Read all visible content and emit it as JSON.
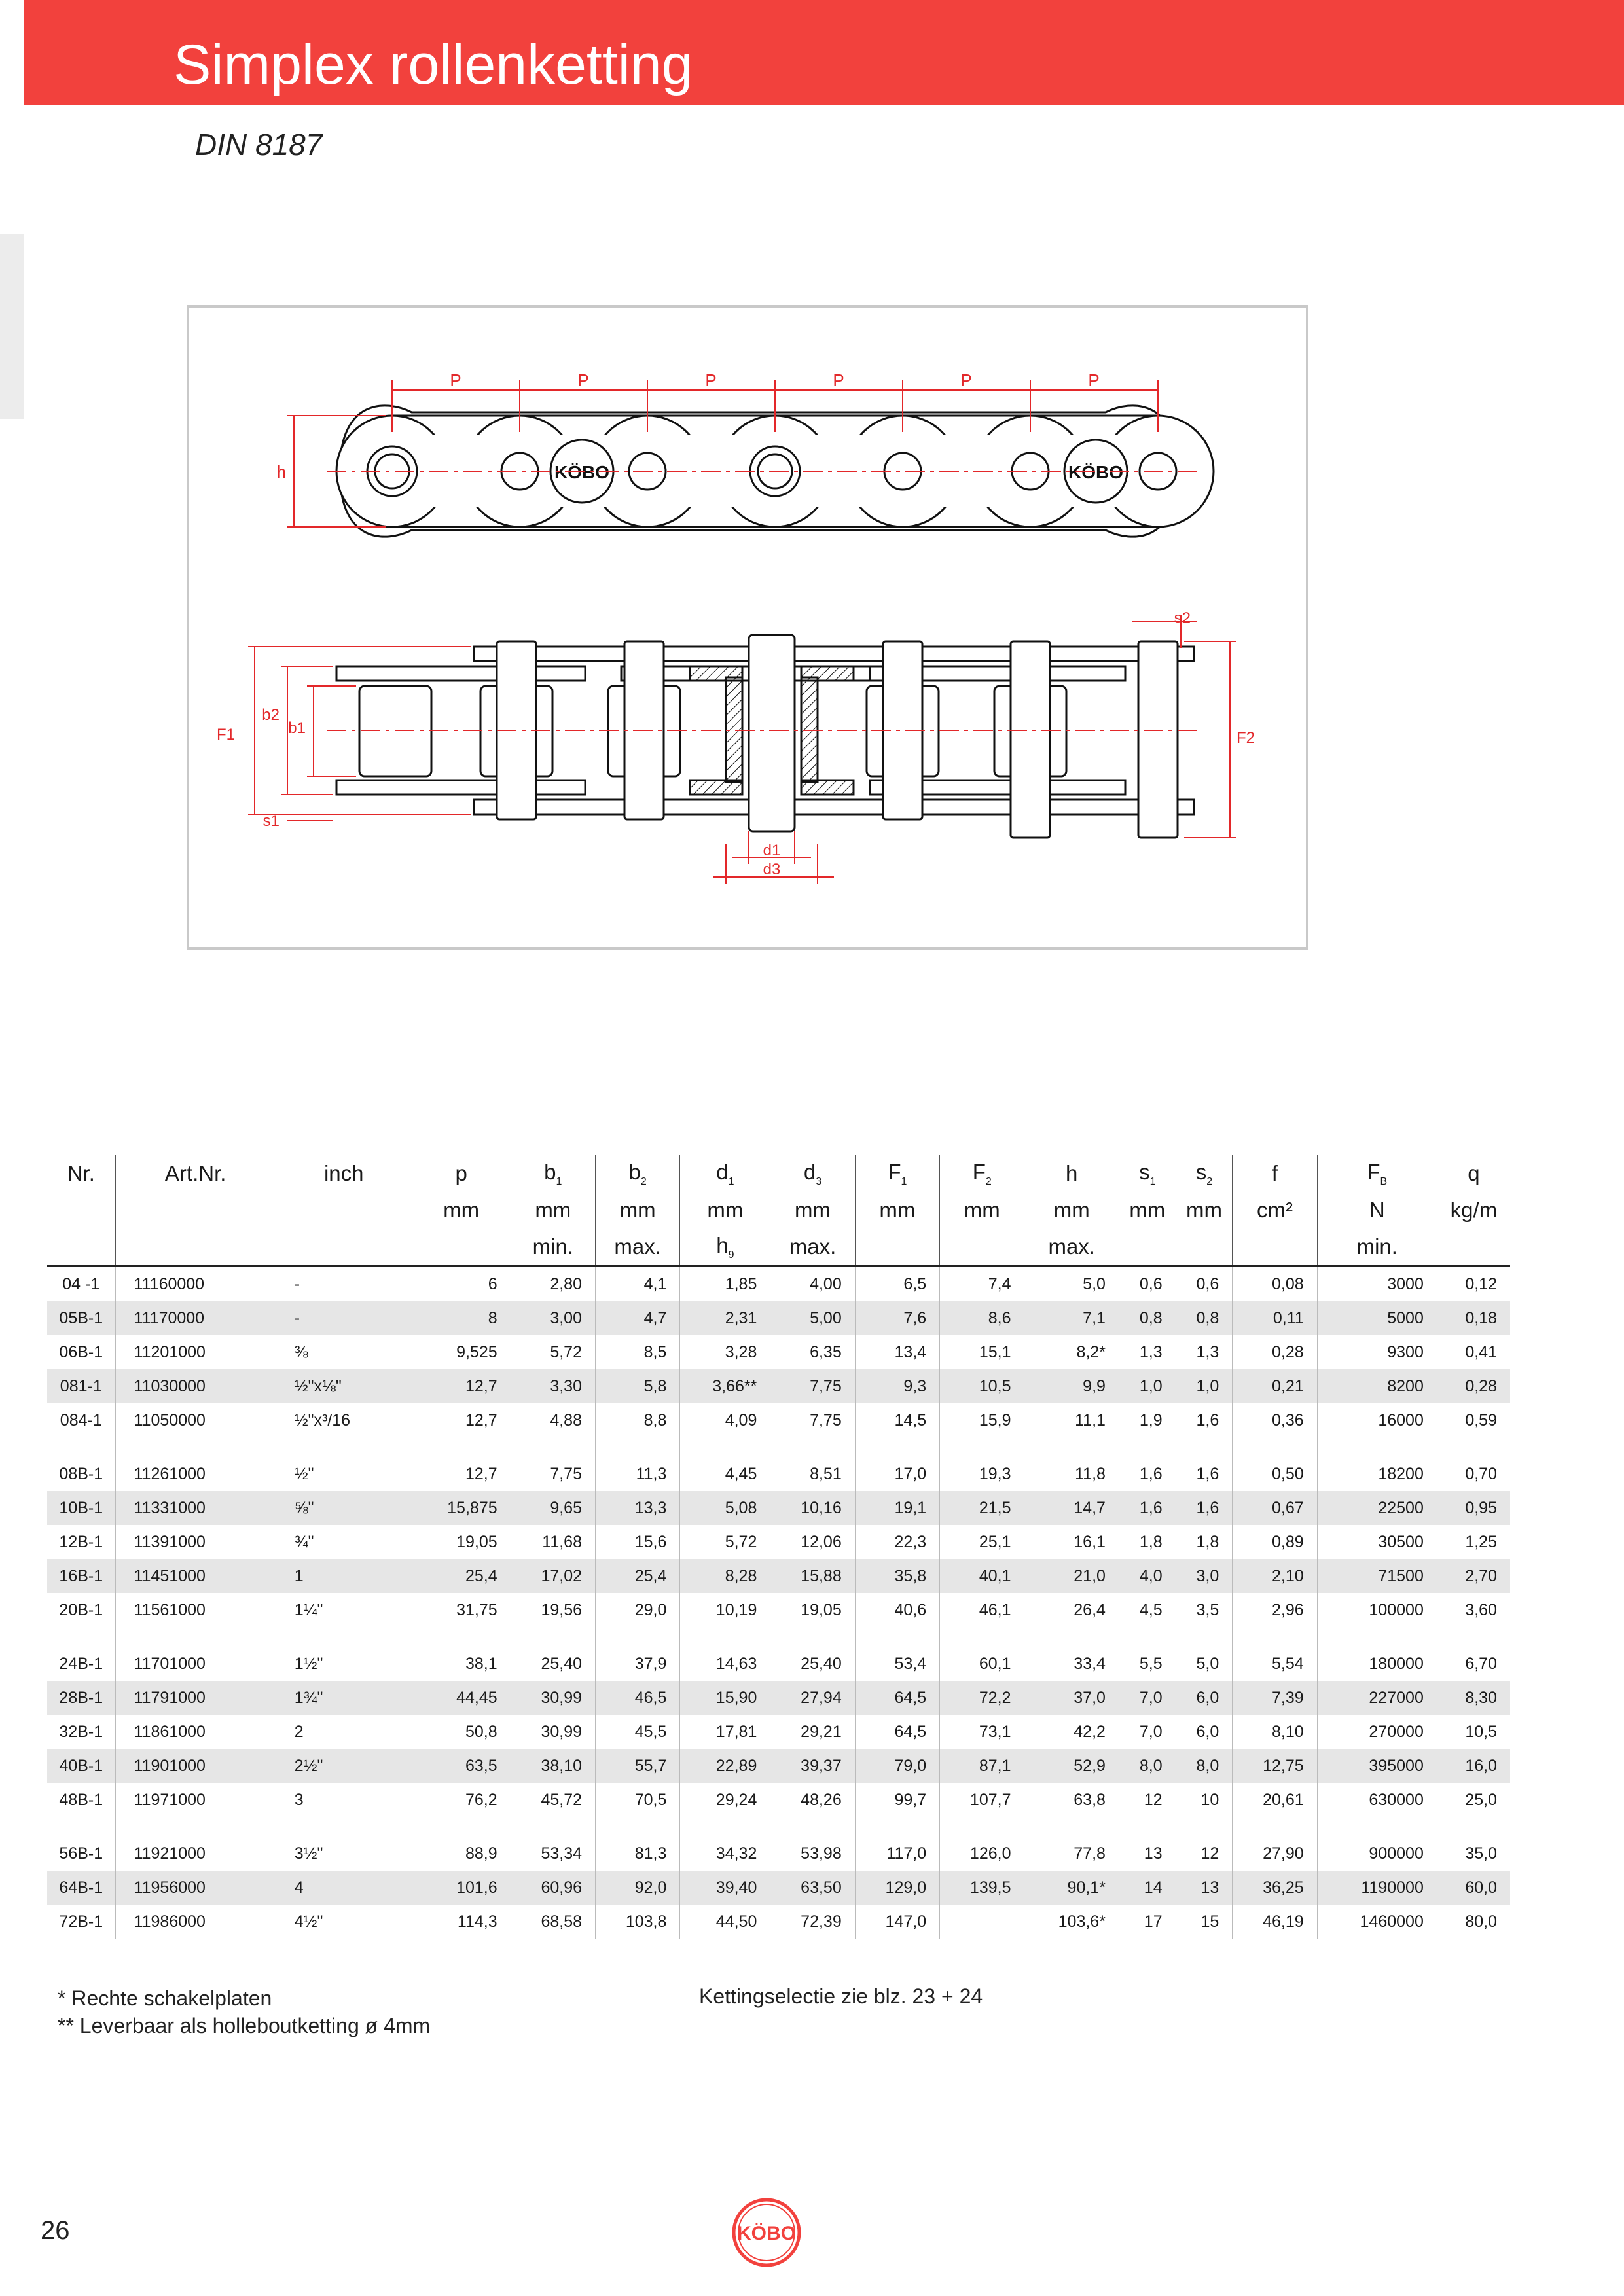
{
  "header": {
    "title": "Simplex rollenketting",
    "subtitle": "DIN 8187"
  },
  "figure": {
    "brand": "KÖBO",
    "pitch_label": "P",
    "labels": {
      "h": "h",
      "b1": "b1",
      "b2": "b2",
      "F1": "F1",
      "F2": "F2",
      "s1": "s1",
      "s2": "s2",
      "d1": "d1",
      "d3": "d3"
    }
  },
  "table": {
    "headers": [
      {
        "sym": "Nr.",
        "sub": "",
        "unit": "",
        "note": ""
      },
      {
        "sym": "Art.Nr.",
        "sub": "",
        "unit": "",
        "note": ""
      },
      {
        "sym": "inch",
        "sub": "",
        "unit": "",
        "note": ""
      },
      {
        "sym": "p",
        "sub": "",
        "unit": "mm",
        "note": ""
      },
      {
        "sym": "b",
        "sub": "1",
        "unit": "mm",
        "note": "min."
      },
      {
        "sym": "b",
        "sub": "2",
        "unit": "mm",
        "note": "max."
      },
      {
        "sym": "d",
        "sub": "1",
        "unit": "mm",
        "note": "h",
        "note_sub": "9"
      },
      {
        "sym": "d",
        "sub": "3",
        "unit": "mm",
        "note": "max."
      },
      {
        "sym": "F",
        "sub": "1",
        "unit": "mm",
        "note": ""
      },
      {
        "sym": "F",
        "sub": "2",
        "unit": "mm",
        "note": ""
      },
      {
        "sym": "h",
        "sub": "",
        "unit": "mm",
        "note": "max."
      },
      {
        "sym": "s",
        "sub": "1",
        "unit": "mm",
        "note": ""
      },
      {
        "sym": "s",
        "sub": "2",
        "unit": "mm",
        "note": ""
      },
      {
        "sym": "f",
        "sub": "",
        "unit": "cm²",
        "note": ""
      },
      {
        "sym": "F",
        "sub": "B",
        "unit": "N",
        "note": "min."
      },
      {
        "sym": "q",
        "sub": "",
        "unit": "kg/m",
        "note": ""
      }
    ],
    "groups": [
      [
        [
          "04  -1",
          "11160000",
          "-",
          "6",
          "2,80",
          "4,1",
          "1,85",
          "4,00",
          "6,5",
          "7,4",
          "5,0",
          "0,6",
          "0,6",
          "0,08",
          "3000",
          "0,12"
        ],
        [
          "05B-1",
          "11170000",
          "-",
          "8",
          "3,00",
          "4,7",
          "2,31",
          "5,00",
          "7,6",
          "8,6",
          "7,1",
          "0,8",
          "0,8",
          "0,11",
          "5000",
          "0,18"
        ],
        [
          "06B-1",
          "11201000",
          "⅜",
          "9,525",
          "5,72",
          "8,5",
          "3,28",
          "6,35",
          "13,4",
          "15,1",
          "8,2*",
          "1,3",
          "1,3",
          "0,28",
          "9300",
          "0,41"
        ],
        [
          "081-1",
          "11030000",
          "½\"x⅛\"",
          "12,7",
          "3,30",
          "5,8",
          "3,66**",
          "7,75",
          "9,3",
          "10,5",
          "9,9",
          "1,0",
          "1,0",
          "0,21",
          "8200",
          "0,28"
        ],
        [
          "084-1",
          "11050000",
          "½\"x³/16",
          "12,7",
          "4,88",
          "8,8",
          "4,09",
          "7,75",
          "14,5",
          "15,9",
          "11,1",
          "1,9",
          "1,6",
          "0,36",
          "16000",
          "0,59"
        ]
      ],
      [
        [
          "08B-1",
          "11261000",
          "½\"",
          "12,7",
          "7,75",
          "11,3",
          "4,45",
          "8,51",
          "17,0",
          "19,3",
          "11,8",
          "1,6",
          "1,6",
          "0,50",
          "18200",
          "0,70"
        ],
        [
          "10B-1",
          "11331000",
          "⅝\"",
          "15,875",
          "9,65",
          "13,3",
          "5,08",
          "10,16",
          "19,1",
          "21,5",
          "14,7",
          "1,6",
          "1,6",
          "0,67",
          "22500",
          "0,95"
        ],
        [
          "12B-1",
          "11391000",
          "¾\"",
          "19,05",
          "11,68",
          "15,6",
          "5,72",
          "12,06",
          "22,3",
          "25,1",
          "16,1",
          "1,8",
          "1,8",
          "0,89",
          "30500",
          "1,25"
        ],
        [
          "16B-1",
          "11451000",
          "1",
          "25,4",
          "17,02",
          "25,4",
          "8,28",
          "15,88",
          "35,8",
          "40,1",
          "21,0",
          "4,0",
          "3,0",
          "2,10",
          "71500",
          "2,70"
        ],
        [
          "20B-1",
          "11561000",
          "1¼\"",
          "31,75",
          "19,56",
          "29,0",
          "10,19",
          "19,05",
          "40,6",
          "46,1",
          "26,4",
          "4,5",
          "3,5",
          "2,96",
          "100000",
          "3,60"
        ]
      ],
      [
        [
          "24B-1",
          "11701000",
          "1½\"",
          "38,1",
          "25,40",
          "37,9",
          "14,63",
          "25,40",
          "53,4",
          "60,1",
          "33,4",
          "5,5",
          "5,0",
          "5,54",
          "180000",
          "6,70"
        ],
        [
          "28B-1",
          "11791000",
          "1¾\"",
          "44,45",
          "30,99",
          "46,5",
          "15,90",
          "27,94",
          "64,5",
          "72,2",
          "37,0",
          "7,0",
          "6,0",
          "7,39",
          "227000",
          "8,30"
        ],
        [
          "32B-1",
          "11861000",
          "2",
          "50,8",
          "30,99",
          "45,5",
          "17,81",
          "29,21",
          "64,5",
          "73,1",
          "42,2",
          "7,0",
          "6,0",
          "8,10",
          "270000",
          "10,5"
        ],
        [
          "40B-1",
          "11901000",
          "2½\"",
          "63,5",
          "38,10",
          "55,7",
          "22,89",
          "39,37",
          "79,0",
          "87,1",
          "52,9",
          "8,0",
          "8,0",
          "12,75",
          "395000",
          "16,0"
        ],
        [
          "48B-1",
          "11971000",
          "3",
          "76,2",
          "45,72",
          "70,5",
          "29,24",
          "48,26",
          "99,7",
          "107,7",
          "63,8",
          "12",
          "10",
          "20,61",
          "630000",
          "25,0"
        ]
      ],
      [
        [
          "56B-1",
          "11921000",
          "3½\"",
          "88,9",
          "53,34",
          "81,3",
          "34,32",
          "53,98",
          "117,0",
          "126,0",
          "77,8",
          "13",
          "12",
          "27,90",
          "900000",
          "35,0"
        ],
        [
          "64B-1",
          "11956000",
          "4",
          "101,6",
          "60,96",
          "92,0",
          "39,40",
          "63,50",
          "129,0",
          "139,5",
          "90,1*",
          "14",
          "13",
          "36,25",
          "1190000",
          "60,0"
        ],
        [
          "72B-1",
          "11986000",
          "4½\"",
          "114,3",
          "68,58",
          "103,8",
          "44,50",
          "72,39",
          "147,0",
          "",
          "103,6*",
          "17",
          "15",
          "46,19",
          "1460000",
          "80,0"
        ]
      ]
    ]
  },
  "footnotes": [
    "*  Rechte schakelplaten",
    "** Leverbaar als holleboutketting ø 4mm"
  ],
  "crossref": "Kettingselectie zie blz. 23 + 24",
  "page_number": "26",
  "colors": {
    "brand_red": "#f2413d",
    "dim_red": "#e3282a",
    "row_shade": "#e6e6e6"
  }
}
